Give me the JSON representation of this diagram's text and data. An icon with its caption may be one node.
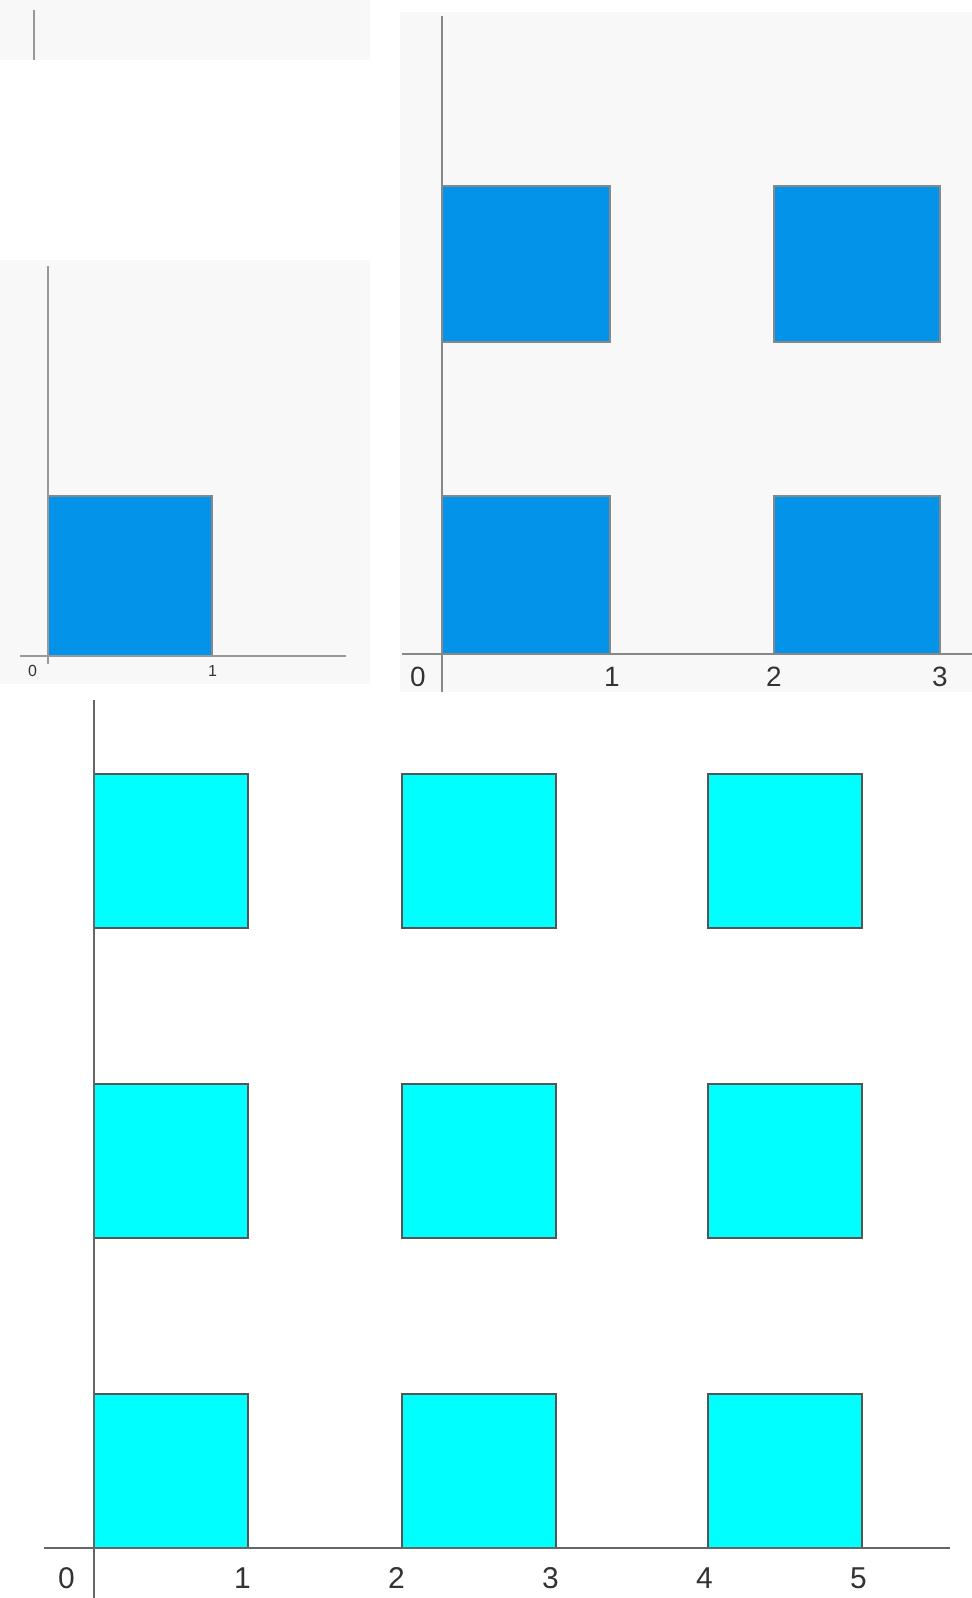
{
  "diagram": {
    "nodes": [
      {
        "text": [],
        "shape": "box"
      },
      {
        "text": [],
        "shape": "box"
      },
      {
        "text": [],
        "shape": "box"
      },
      {
        "text": [],
        "shape": "box"
      },
      {
        "text": [],
        "shape": "box"
      },
      {
        "text": [],
        "shape": "box"
      },
      {
        "text": [],
        "shape": "box"
      },
      {
        "text": [],
        "shape": "box"
      },
      {
        "text": [],
        "shape": "box"
      },
      {
        "text": [],
        "shape": "box"
      },
      {
        "text": [],
        "shape": "box"
      },
      {
        "text": [],
        "shape": "box"
      },
      {
        "text": [],
        "shape": "box"
      },
      {
        "text": [],
        "shape": "box"
      }
    ],
    "labels": [
      "0",
      "1",
      "0",
      "1",
      "2",
      "3",
      "0",
      "1",
      "2",
      "3",
      "4",
      "5"
    ]
  }
}
